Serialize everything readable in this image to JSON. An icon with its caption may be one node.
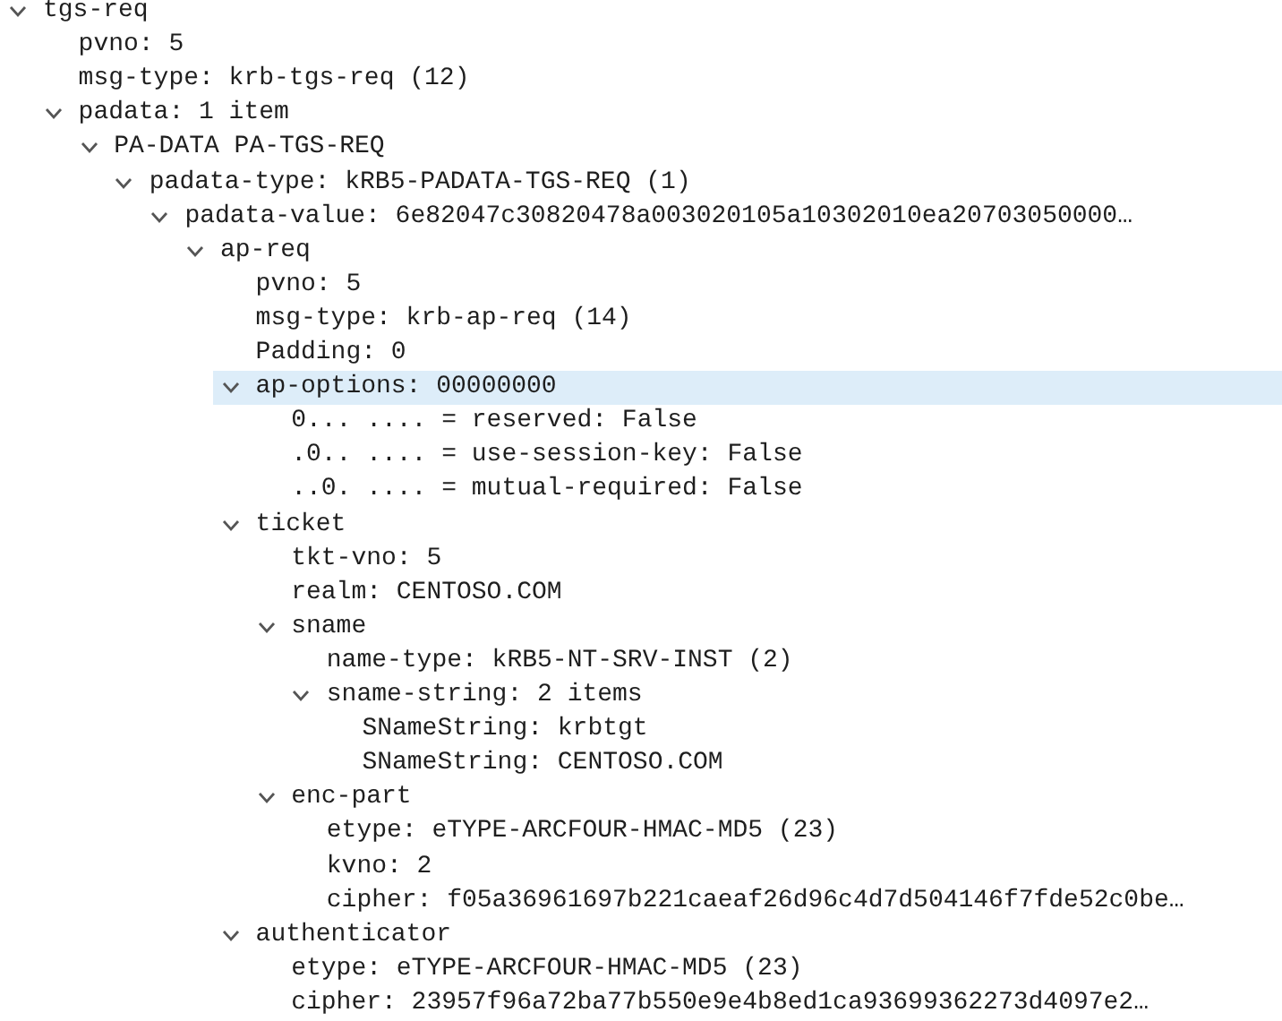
{
  "diagram": {
    "labels": [
      "tgs-req",
      "pvno: 5",
      "msg-type: krb-tgs-req (12)",
      "padata: 1 item",
      "PA-DATA PA-TGS-REQ",
      "padata-type: kRB5-PADATA-TGS-REQ (1)",
      "padata-value: 6e82047c30820478a003020105a10302010ea20703050000…",
      "ap-req",
      "pvno: 5",
      "msg-type: krb-ap-req (14)",
      "Padding: 0",
      "ap-options: 00000000",
      "0... .... = reserved: False",
      ".0.. .... = use-session-key: False",
      "..0. .... = mutual-required: False",
      "ticket",
      "tkt-vno: 5",
      "realm: CENTOSO.COM",
      "sname",
      "name-type: kRB5-NT-SRV-INST (2)",
      "sname-string: 2 items",
      "SNameString: krbtgt",
      "SNameString: CENTOSO.COM",
      "enc-part",
      "etype: eTYPE-ARCFOUR-HMAC-MD5 (23)",
      "kvno: 2",
      "cipher: f05a36961697b221caeaf26d96c4d7d504146f7fde52c0be…",
      "authenticator",
      "etype: eTYPE-ARCFOUR-HMAC-MD5 (23)",
      "cipher: 23957f96a72ba77b550e9e4b8ed1ca93699362273d4097e2…"
    ]
  }
}
